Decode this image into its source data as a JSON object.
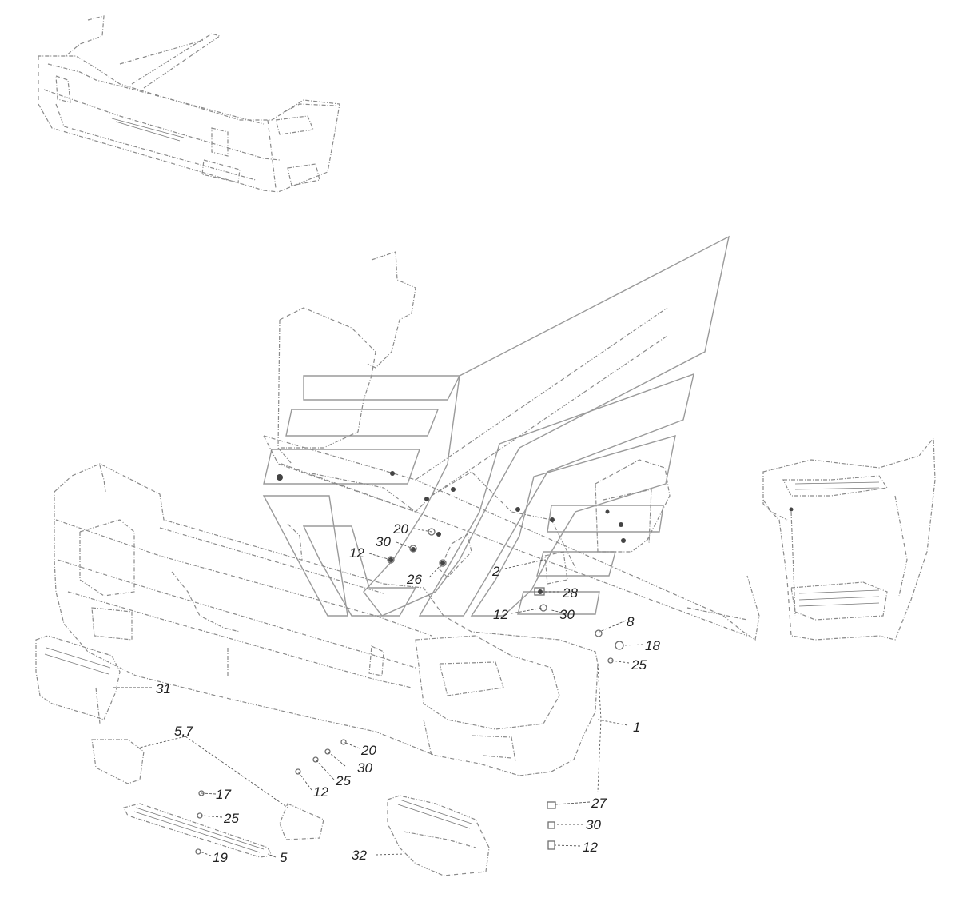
{
  "callouts": {
    "c1": "1",
    "c2": "2",
    "c5": "5",
    "c8": "8",
    "c12a": "12",
    "c12b": "12",
    "c12c": "12",
    "c12d": "12",
    "c17": "17",
    "c18": "18",
    "c19": "19",
    "c20a": "20",
    "c20b": "20",
    "c25a": "25",
    "c25b": "25",
    "c25c": "25",
    "c26": "26",
    "c27": "27",
    "c28": "28",
    "c30a": "30",
    "c30b": "30",
    "c30c": "30",
    "c30d": "30",
    "c31": "31",
    "c32": "32",
    "c57": "5,7"
  },
  "colors": {
    "line": "#8a8a8a",
    "text": "#222222",
    "background": "#ffffff"
  }
}
